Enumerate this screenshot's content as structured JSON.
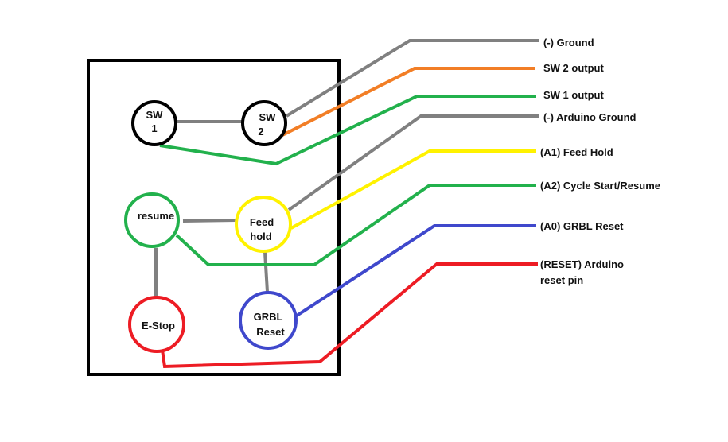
{
  "colors": {
    "gray": "#808080",
    "orange": "#f27e26",
    "green": "#22b14c",
    "yellow": "#fff200",
    "blue": "#3f48cc",
    "red": "#ed1c24",
    "black": "#000000"
  },
  "nodes": {
    "sw1": {
      "line1": "SW",
      "line2": "1"
    },
    "sw2": {
      "line1": "SW",
      "line2": "2"
    },
    "resume": {
      "line1": "resume"
    },
    "feed_hold": {
      "line1": "Feed",
      "line2": "hold"
    },
    "estop": {
      "line1": "E-Stop"
    },
    "grbl_reset": {
      "line1": "GRBL",
      "line2": "Reset"
    }
  },
  "labels": {
    "ground": "(-) Ground",
    "sw2_output": "SW 2 output",
    "sw1_output": "SW 1 output",
    "arduino_ground": "(-) Arduino Ground",
    "feed_hold": "(A1) Feed Hold",
    "cycle_start": "(A2) Cycle Start/Resume",
    "grbl_reset": "(A0) GRBL Reset",
    "reset_line1": "(RESET) Arduino",
    "reset_line2": "reset pin"
  }
}
